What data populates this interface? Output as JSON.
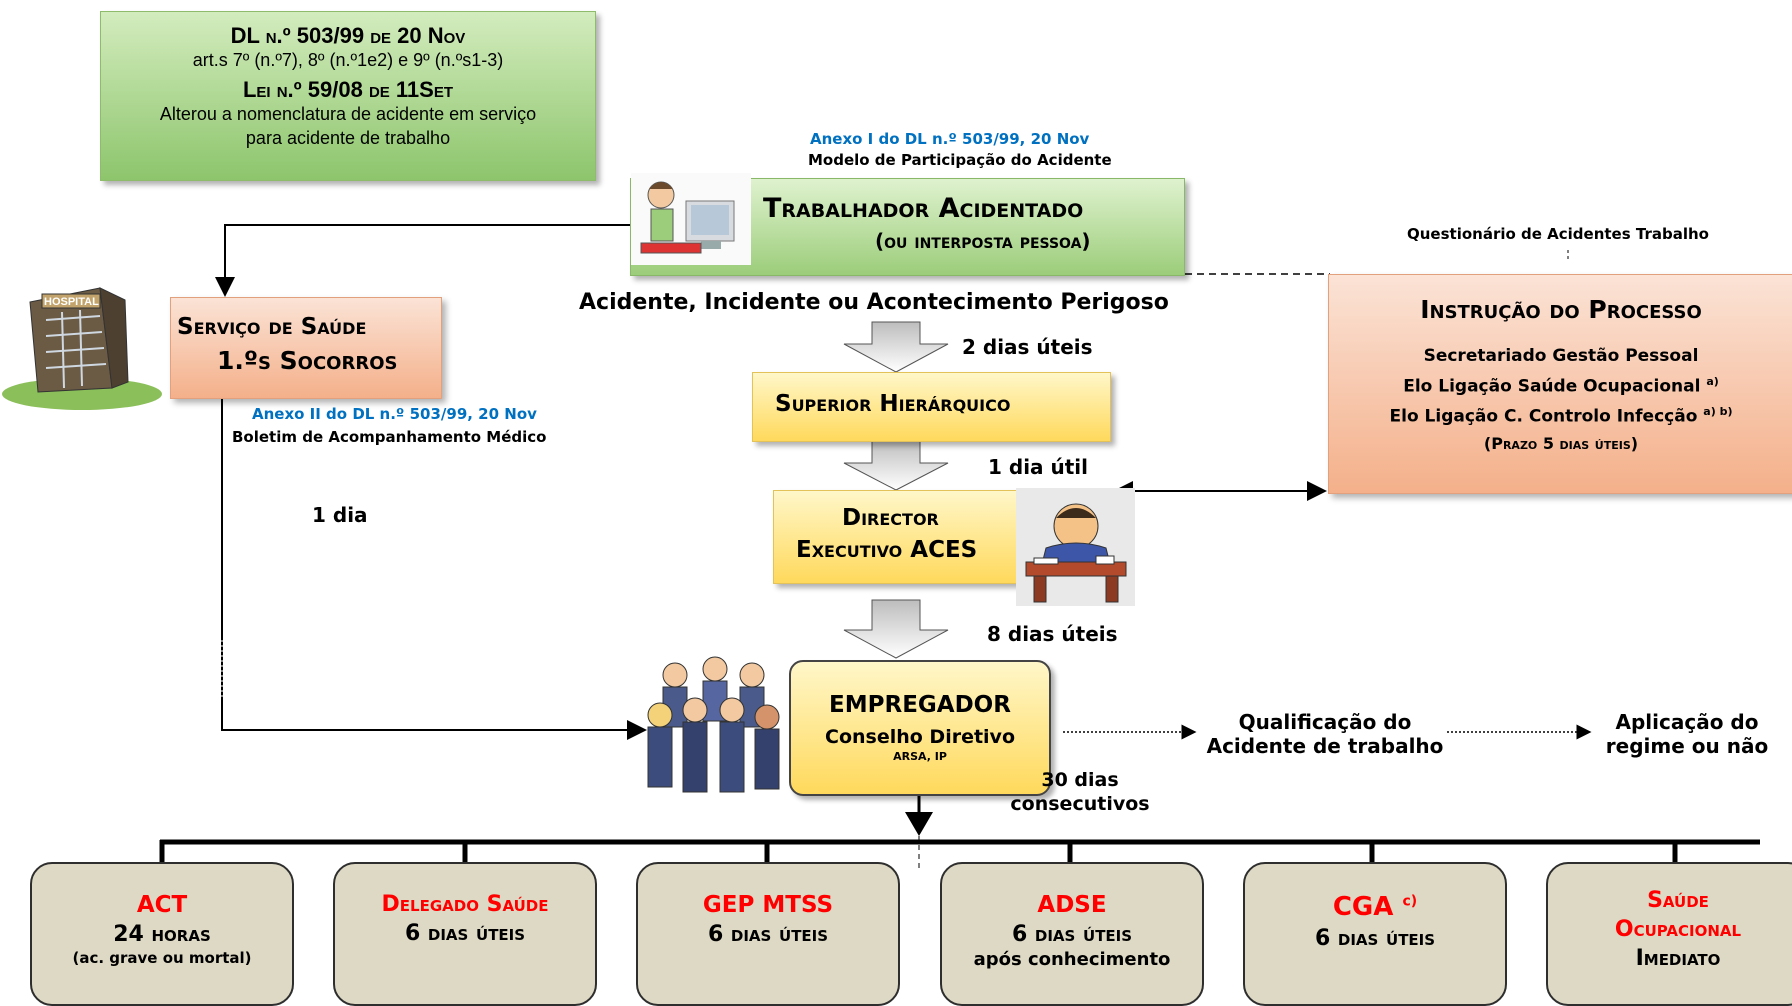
{
  "law": {
    "dl_title": "DL n.º 503/99 de 20 Nov",
    "dl_articles": "art.s 7º (n.º7), 8º (n.º1e2) e 9º (n.ºs1-3)",
    "lei_title": "Lei n.º 59/08 de 11Set",
    "lei_note_line1": "Alterou a nomenclatura de acidente em serviço",
    "lei_note_line2": "para acidente de trabalho"
  },
  "anexo1": {
    "title": "Anexo I do DL n.º 503/99, 20 Nov",
    "subtitle": "Modelo de Participação do Acidente"
  },
  "worker": {
    "title": "Trabalhador Acidentado",
    "subtitle": "(ou interposta pessoa)"
  },
  "event_label": "Acidente, Incidente ou Acontecimento Perigoso",
  "health": {
    "line1": "Serviço de Saúde",
    "line2": "1.ºs Socorros"
  },
  "hospital_sign": "HOSPITAL",
  "anexo2": {
    "title": "Anexo II do DL n.º 503/99, 20 Nov",
    "subtitle": "Boletim de Acompanhamento Médico"
  },
  "one_day": "1 dia",
  "superior": {
    "label": "Superior Hierárquico",
    "time_before": "2 dias úteis"
  },
  "director": {
    "line1": "Director",
    "line2": "Executivo ACES",
    "time_before": "1 dia útil",
    "time_after": "8 dias úteis"
  },
  "instruction": {
    "questionnaire": "Questionário de Acidentes Trabalho",
    "title": "Instrução do Processo",
    "line1": "Secretariado Gestão Pessoal",
    "line2": "Elo Ligação Saúde Ocupacional",
    "line2_sup": "a)",
    "line3": "Elo Ligação C. Controlo Infecção",
    "line3_sup": "a) b)",
    "deadline": "(Prazo 5 dias úteis)"
  },
  "employer": {
    "title": "EMPREGADOR",
    "subtitle": "Conselho Diretivo",
    "org": "ARSA, IP",
    "time": "30 dias consecutivos",
    "time_line1": "30 dias",
    "time_line2": "consecutivos"
  },
  "qualification": {
    "line1": "Qualificação do",
    "line2": "Acidente de trabalho"
  },
  "application": {
    "line1": "Aplicação do",
    "line2": "regime ou não"
  },
  "destinations": [
    {
      "name": "ACT",
      "line2": "24 horas",
      "line3": "(ac. grave ou mortal)"
    },
    {
      "name": "Delegado Saúde",
      "line2": "6 dias úteis",
      "line3": ""
    },
    {
      "name": "GEP MTSS",
      "line2": "6 dias úteis",
      "line3": ""
    },
    {
      "name": "ADSE",
      "line2": "6 dias úteis",
      "line3": "após conhecimento"
    },
    {
      "name": "CGA",
      "name_sup": "c)",
      "line2": "6 dias úteis",
      "line3": ""
    },
    {
      "name": "Saúde",
      "name2": "Ocupacional",
      "line2": "Imediato"
    }
  ],
  "colors": {
    "green": "#9ccd7a",
    "orange": "#f4b08a",
    "yellow": "#ffd95c",
    "gray": "#ddd9c4",
    "red_text": "#ff0000",
    "blue_text": "#0070c0"
  }
}
